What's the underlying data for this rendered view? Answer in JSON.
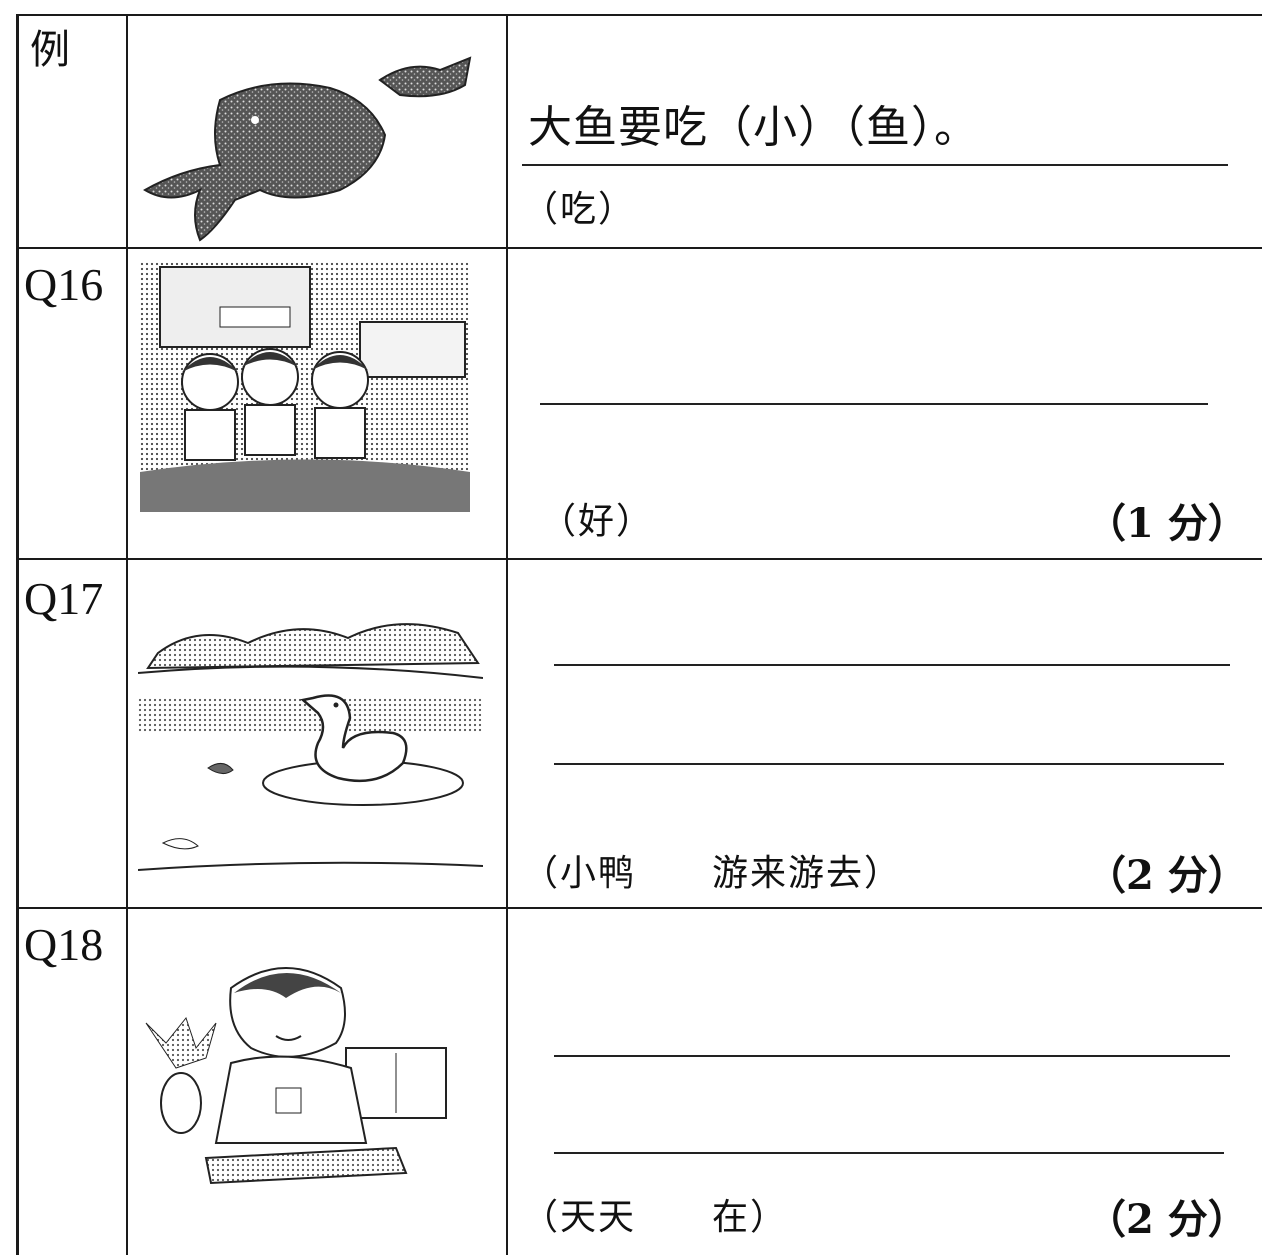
{
  "rows": [
    {
      "label": "例",
      "image_icon": "big-fish-small-fish-picture",
      "answer": "大鱼要吃（小）（鱼）。",
      "hint": "（吃）",
      "marks": ""
    },
    {
      "label": "Q16",
      "image_icon": "children-at-school-picture",
      "hint": "（好）",
      "marks": "（1 分）"
    },
    {
      "label": "Q17",
      "image_icon": "duck-in-pond-picture",
      "hint": "（小鸭　　游来游去）",
      "marks": "（2 分）"
    },
    {
      "label": "Q18",
      "image_icon": "boy-reading-picture",
      "hint": "（天天　　在）",
      "marks": "（2 分）"
    }
  ]
}
